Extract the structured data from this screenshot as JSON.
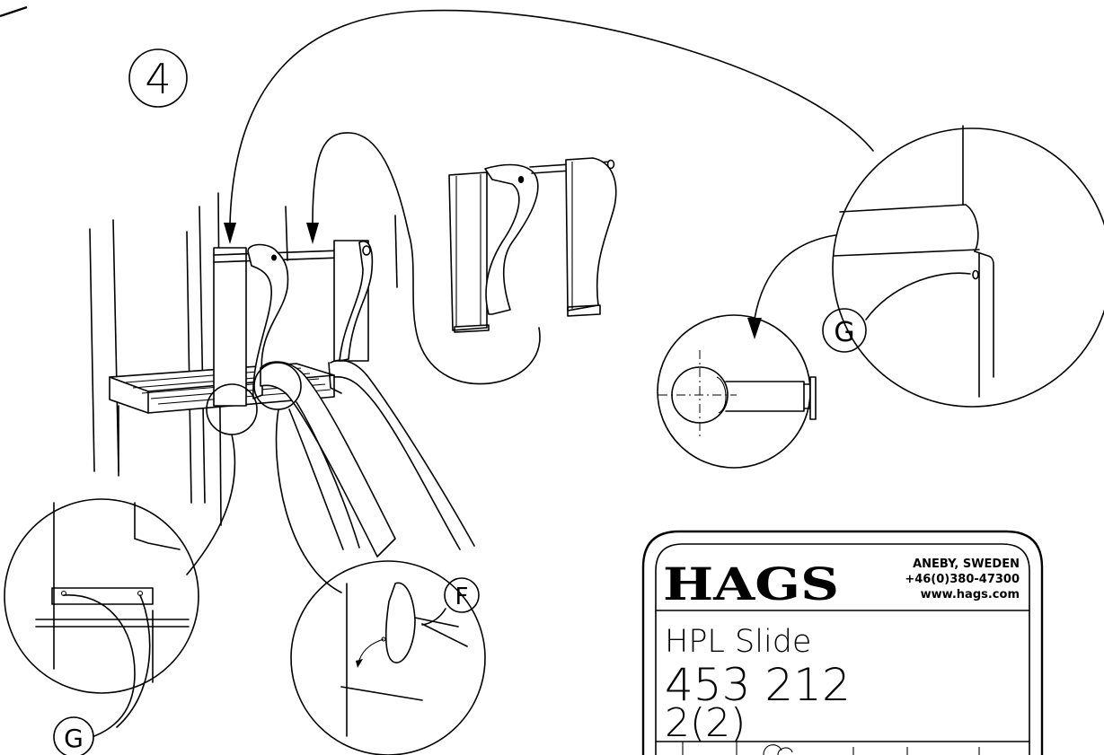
{
  "step": {
    "number": "4"
  },
  "callouts": {
    "detail_top_right": "G",
    "detail_bottom_left": "G",
    "detail_bottom_center": "F"
  },
  "title_block": {
    "brand": "HAGS",
    "address": "ANEBY, SWEDEN",
    "phone": "+46(0)380-47300",
    "website": "www.hags.com",
    "product_name": "HPL Slide",
    "article_number": "453 212",
    "page": "2(2)"
  }
}
